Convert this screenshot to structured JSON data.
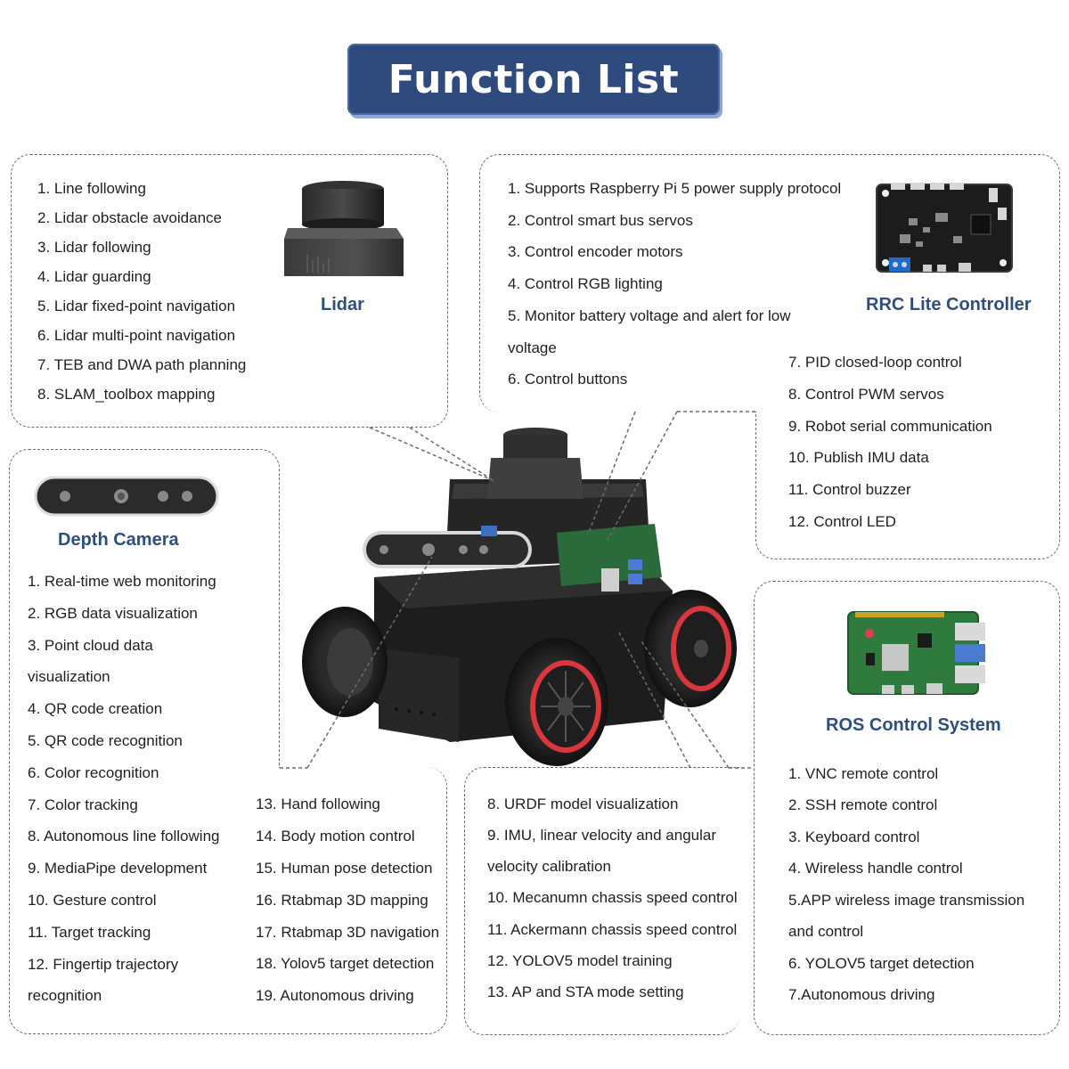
{
  "title": "Function List",
  "lidar": {
    "caption": "Lidar",
    "items": [
      "1. Line following",
      "2. Lidar obstacle avoidance",
      "3. Lidar following",
      "4. Lidar guarding",
      "5. Lidar fixed-point navigation",
      "6. Lidar multi-point navigation",
      "7. TEB and DWA path planning",
      "8. SLAM_toolbox mapping"
    ]
  },
  "rrc": {
    "caption": "RRC Lite Controller",
    "items": [
      "1. Supports Raspberry Pi 5 power supply protocol",
      "2. Control smart bus servos",
      "3.  Control encoder motors",
      "4. Control RGB lighting",
      "5. Monitor battery voltage and alert for low",
      "voltage",
      "6. Control buttons"
    ],
    "items2": [
      "7. PID closed-loop control",
      "8. Control PWM servos",
      "9. Robot serial communication",
      "10.  Publish IMU data",
      "11. Control buzzer",
      "12. Control LED"
    ]
  },
  "depth": {
    "caption": "Depth Camera",
    "items": [
      "1. Real-time web monitoring",
      "2. RGB data visualization",
      "3. Point cloud data",
      "visualization",
      "4. QR code creation",
      "5. QR code recognition",
      "6. Color recognition",
      "7. Color tracking",
      "8. Autonomous line following",
      "9. MediaPipe development",
      "10. Gesture control",
      "11. Target tracking",
      "12. Fingertip trajectory",
      "recognition"
    ],
    "items2": [
      "13. Hand following",
      "14. Body motion control",
      "15. Human pose detection",
      "16. Rtabmap 3D mapping",
      "17. Rtabmap 3D navigation",
      "18. Yolov5 target detection",
      "19. Autonomous driving"
    ]
  },
  "urdf": {
    "items": [
      "8. URDF model visualization",
      "9. IMU, linear velocity and angular",
      "velocity calibration",
      "10. Mecanumn chassis speed control",
      "11. Ackermann chassis speed control",
      "12. YOLOV5 model training",
      "13.  AP and STA mode setting"
    ]
  },
  "ros": {
    "caption": "ROS Control System",
    "items": [
      "1. VNC remote control",
      "2. SSH remote control",
      "3. Keyboard control",
      "4. Wireless handle control",
      "5.APP wireless image transmission",
      "and control",
      "6. YOLOV5 target detection",
      "7.Autonomous driving"
    ]
  },
  "colors": {
    "banner": "#2f4a7d",
    "caption": "#2e4f7e",
    "wheel_rim": "#d9363e"
  }
}
